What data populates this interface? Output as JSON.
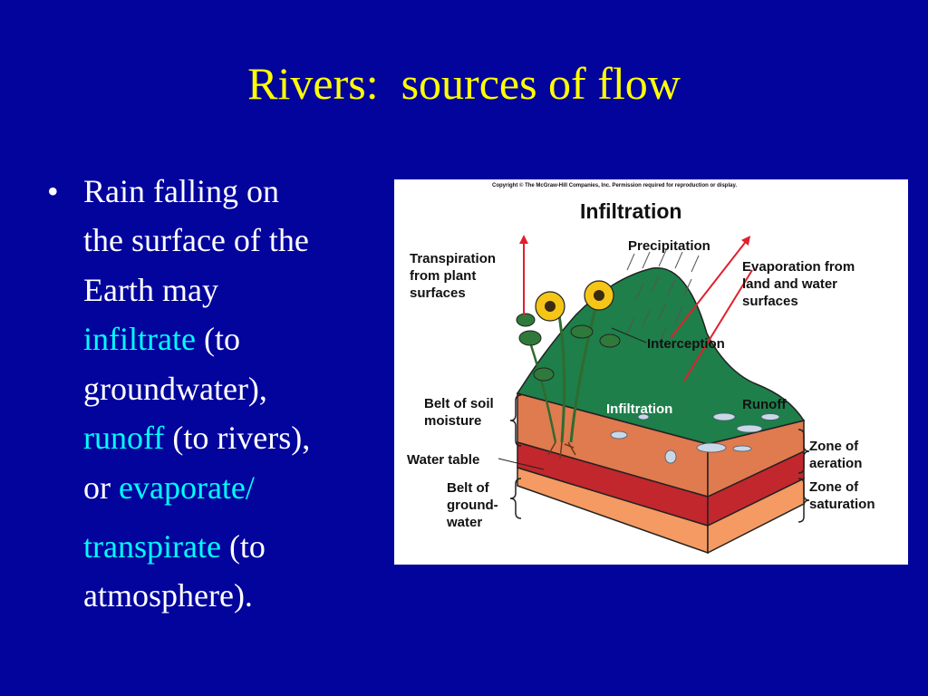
{
  "slide": {
    "title": "Rivers:  sources of flow",
    "bullet": {
      "marker": "•",
      "lines": [
        [
          {
            "text": "Rain falling on"
          }
        ],
        [
          {
            "text": "the surface of the"
          }
        ],
        [
          {
            "text": "Earth may"
          }
        ],
        [
          {
            "text": "infiltrate",
            "highlight": true
          },
          {
            "text": " (to"
          }
        ],
        [
          {
            "text": "groundwater),"
          }
        ],
        [
          {
            "text": "runoff",
            "highlight": true
          },
          {
            "text": " (to rivers),"
          }
        ],
        [
          {
            "text": "or "
          },
          {
            "text": "evaporate/",
            "highlight": true
          }
        ],
        [
          {
            "text": "transpirate",
            "highlight": true
          },
          {
            "text": " (to"
          }
        ],
        [
          {
            "text": "atmosphere)."
          }
        ]
      ]
    }
  },
  "diagram": {
    "copyright": "Copyright © The McGraw-Hill Companies, Inc. Permission required for reproduction or display.",
    "title": "Infiltration",
    "labels": {
      "precipitation": "Precipitation",
      "transpiration": [
        "Transpiration",
        "from plant",
        "surfaces"
      ],
      "evaporation": [
        "Evaporation from",
        "land and water",
        "surfaces"
      ],
      "interception": "Interception",
      "infiltration": "Infiltration",
      "runoff": "Runoff",
      "soil_moisture": [
        "Belt of soil",
        "moisture"
      ],
      "water_table": "Water table",
      "groundwater": [
        "Belt of",
        "ground-",
        "water"
      ],
      "aeration": [
        "Zone of",
        "aeration"
      ],
      "saturation": [
        "Zone of",
        "saturation"
      ]
    }
  },
  "colors": {
    "background": "#03049c",
    "title": "#ffff00",
    "text": "#ffffff",
    "highlight": "#00ffff",
    "grass": "#1e7f4a",
    "soil": "#e07a4f",
    "water_table": "#c1272d",
    "groundwater": "#f49a62",
    "arrow": "#e0202e",
    "flower": "#f5c518"
  }
}
